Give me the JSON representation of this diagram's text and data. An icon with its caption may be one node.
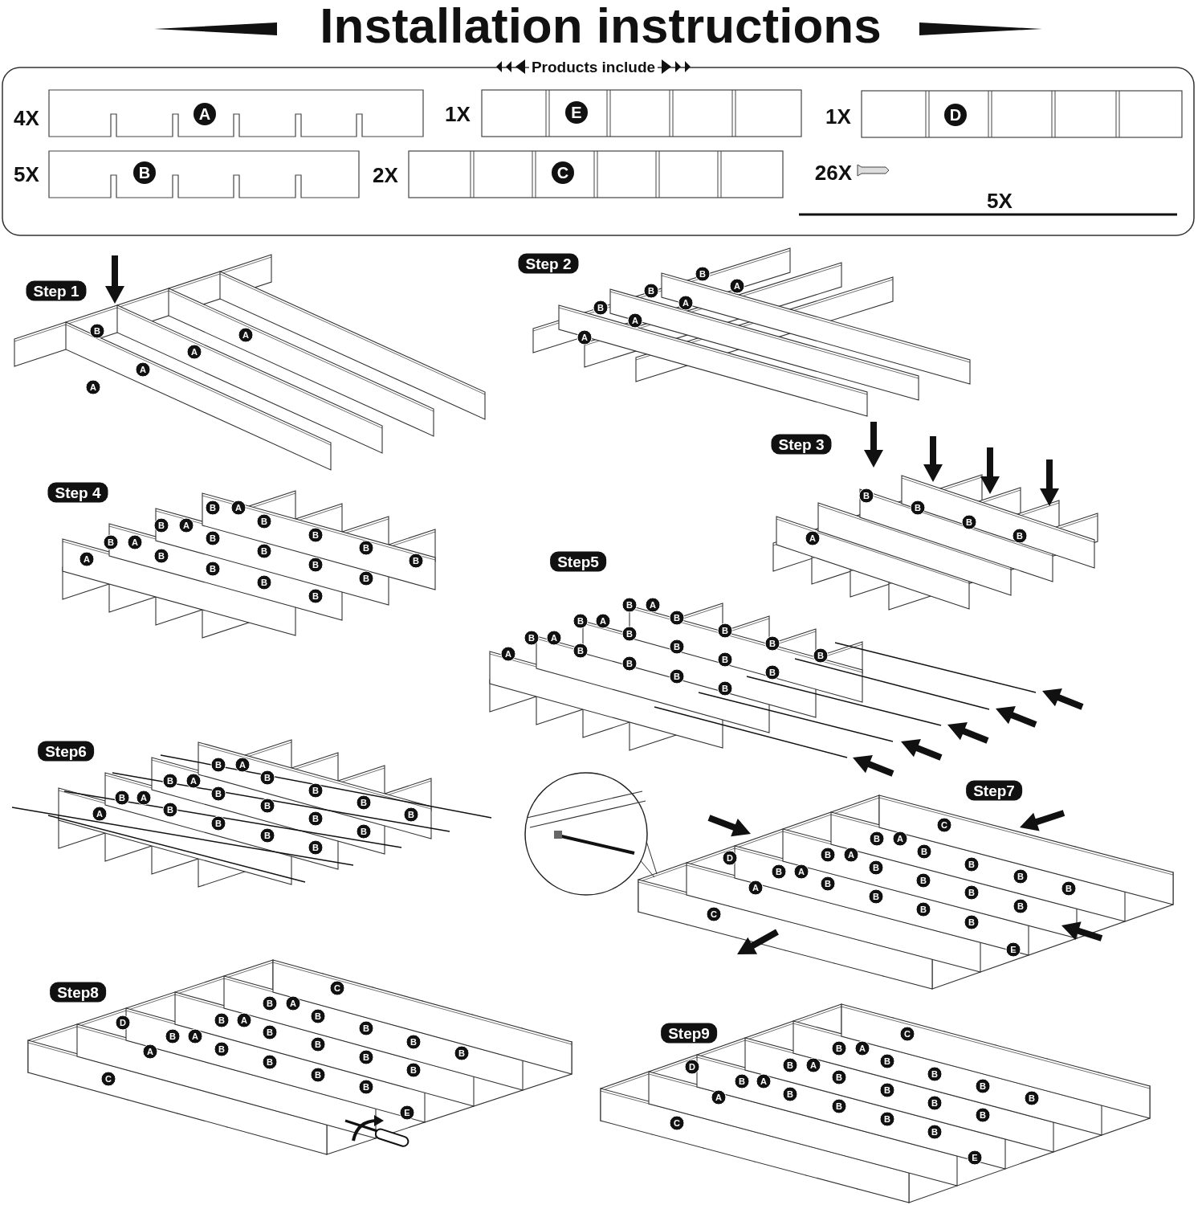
{
  "diagram": {
    "title": "Installation instructions",
    "labels": [
      "Products include",
      "4X",
      "A",
      "1X",
      "E",
      "1X",
      "D",
      "5X",
      "B",
      "2X",
      "C",
      "26X",
      "5X",
      "Step 1",
      "B",
      "A",
      "A",
      "A",
      "A",
      "Step 2",
      "B",
      "A",
      "B",
      "A",
      "B",
      "A",
      "A",
      "Step 3",
      "B",
      "B",
      "B",
      "A",
      "B",
      "Step 4",
      "B",
      "A",
      "B",
      "B",
      "A",
      "B",
      "B",
      "B",
      "A",
      "B",
      "B",
      "B",
      "A",
      "B",
      "B",
      "B",
      "B",
      "B",
      "B",
      "Step5",
      "B",
      "A",
      "B",
      "A",
      "B",
      "B",
      "A",
      "B",
      "B",
      "A",
      "B",
      "B",
      "B",
      "B",
      "B",
      "B",
      "B",
      "B",
      "B",
      "Step6",
      "B",
      "A",
      "B",
      "A",
      "B",
      "B",
      "A",
      "B",
      "B",
      "A",
      "B",
      "B",
      "B",
      "B",
      "B",
      "B",
      "B",
      "B",
      "B",
      "Step7",
      "C",
      "B",
      "A",
      "B",
      "D",
      "B",
      "A",
      "B",
      "B",
      "B",
      "A",
      "B",
      "B",
      "A",
      "B",
      "B",
      "B",
      "B",
      "B",
      "B",
      "B",
      "C",
      "E",
      "Step8",
      "C",
      "B",
      "A",
      "B",
      "D",
      "B",
      "A",
      "B",
      "B",
      "B",
      "A",
      "B",
      "B",
      "A",
      "B",
      "B",
      "B",
      "B",
      "B",
      "B",
      "B",
      "C",
      "E",
      "Step9",
      "C",
      "B",
      "A",
      "B",
      "D",
      "B",
      "A",
      "B",
      "B",
      "B",
      "A",
      "B",
      "B",
      "A",
      "B",
      "B",
      "B",
      "B",
      "B",
      "B",
      "B",
      "C",
      "E"
    ]
  }
}
